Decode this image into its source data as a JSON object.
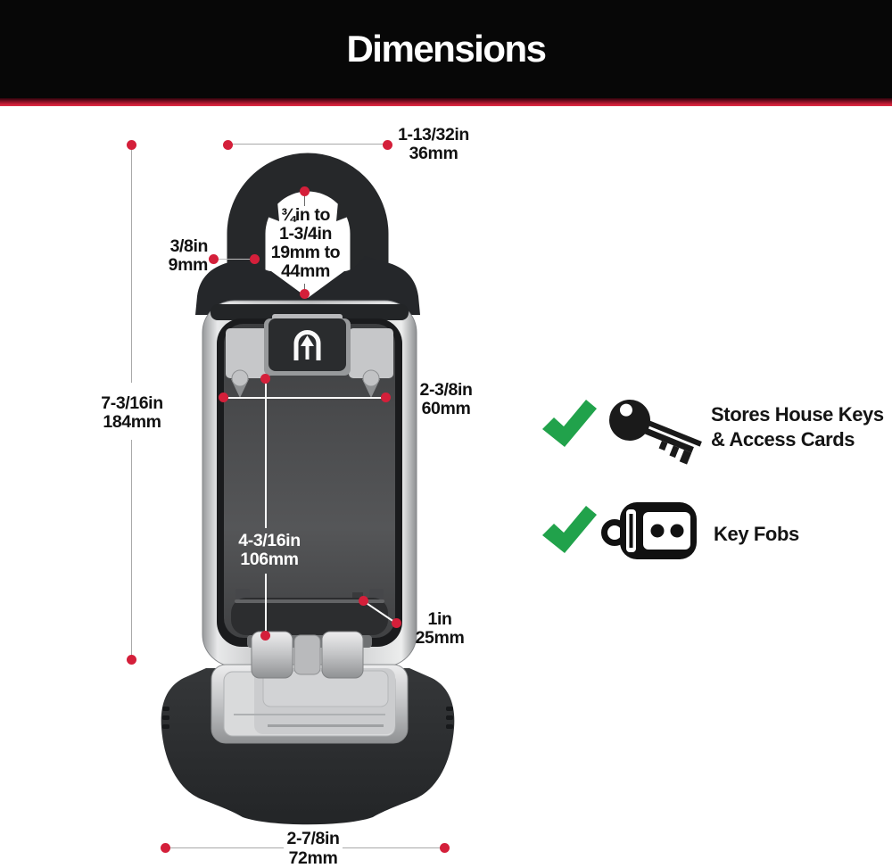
{
  "header": {
    "title": "Dimensions"
  },
  "colors": {
    "accent_red": "#d41f3a",
    "check_green": "#21a24b",
    "banner_bg": "#070707"
  },
  "annotations": {
    "shackle_width": {
      "in": "1-13/32in",
      "mm": "36mm"
    },
    "shackle_opening": {
      "line1": "¾in to",
      "line2": "1-3/4in",
      "line3": "19mm to",
      "line4": "44mm"
    },
    "shackle_thickness": {
      "in": "3/8in",
      "mm": "9mm"
    },
    "overall_height": {
      "in": "7-3/16in",
      "mm": "184mm"
    },
    "interior_width": {
      "in": "2-3/8in",
      "mm": "60mm"
    },
    "interior_height": {
      "in": "4-3/16in",
      "mm": "106mm"
    },
    "door_depth": {
      "in": "1in",
      "mm": "25mm"
    },
    "base_width": {
      "in": "2-7/8in",
      "mm": "72mm"
    }
  },
  "features": [
    {
      "icon": "key-icon",
      "line1": "Stores House Keys",
      "line2": "& Access Cards"
    },
    {
      "icon": "key-fob-icon",
      "line1": "Key Fobs"
    }
  ]
}
